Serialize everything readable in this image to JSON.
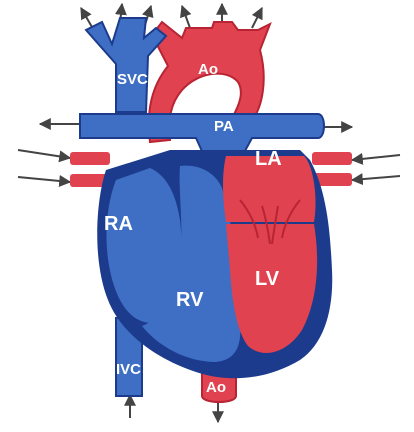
{
  "colors": {
    "deoxygenated": "#3e6fc4",
    "deoxygenated_dark": "#1d3b8c",
    "oxygenated": "#e0424f",
    "oxygenated_dark": "#b82433",
    "arrow": "#444444",
    "label": "#ffffff"
  },
  "labels": {
    "svc": "SVC",
    "ao_top": "Ao",
    "pa": "PA",
    "la": "LA",
    "ra": "RA",
    "lv": "LV",
    "rv": "RV",
    "ivc": "IVC",
    "ao_bottom": "Ao"
  }
}
